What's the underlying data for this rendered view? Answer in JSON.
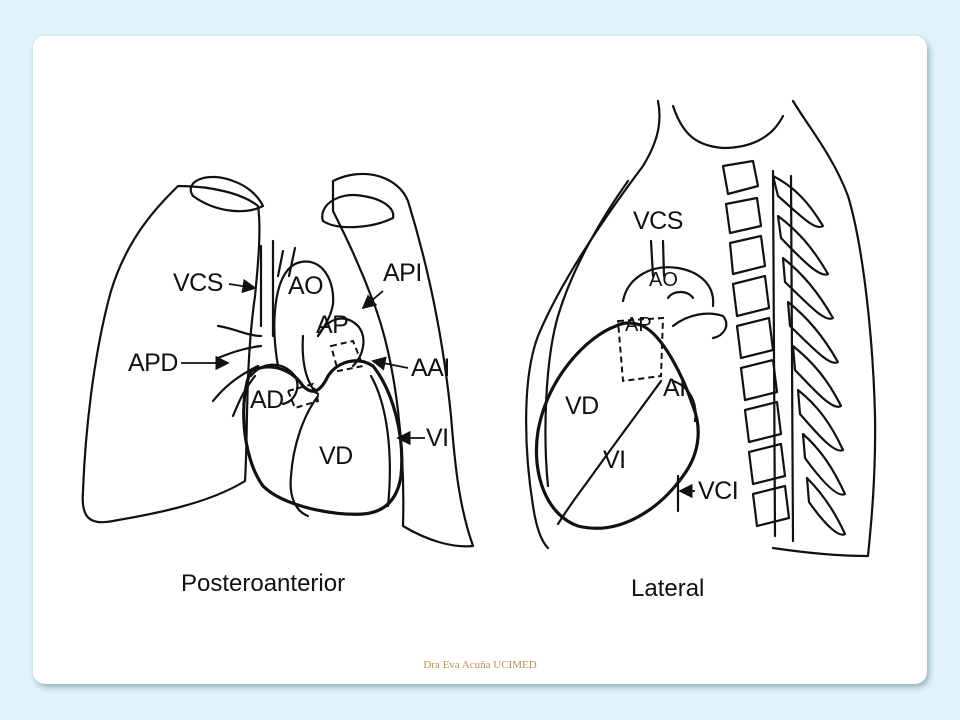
{
  "posteroanterior": {
    "caption": "Posteroanterior",
    "labels": {
      "vcs": "VCS",
      "ao": "AO",
      "api": "API",
      "ap": "AP",
      "apd": "APD",
      "aai": "AAI",
      "ad": "AD",
      "vd": "VD",
      "vi": "VI"
    }
  },
  "lateral": {
    "caption": "Lateral",
    "labels": {
      "vcs": "VCS",
      "ao": "AO",
      "ap": "AP",
      "vd": "VD",
      "ai": "AI",
      "vi": "VI",
      "vci": "VCI"
    }
  },
  "footer": "Dra Eva Acuña UCIMED"
}
